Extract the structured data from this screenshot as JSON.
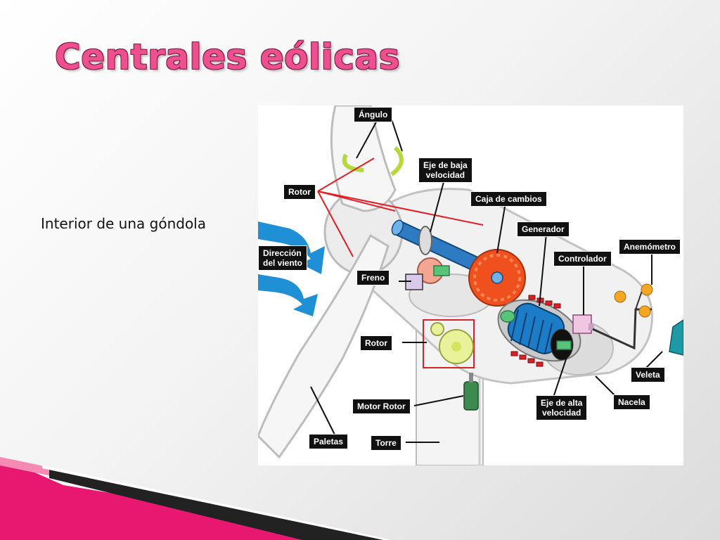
{
  "slide": {
    "title": "Centrales eólicas",
    "subtitle": "Interior de una góndola"
  },
  "diagram": {
    "labels": {
      "angulo": "Ángulo",
      "rotor_top": "Rotor",
      "eje_baja": "Eje de baja\nvelocidad",
      "caja_cambios": "Caja de cambios",
      "generador": "Generador",
      "anemometro": "Anemómetro",
      "controlador": "Controlador",
      "direccion_viento": "Dirección\ndel viento",
      "freno": "Freno",
      "rotor_mid": "Rotor",
      "veleta": "Veleta",
      "motor_rotor": "Motor Rotor",
      "eje_alta": "Eje de alta\nvelocidad",
      "nacela": "Nacela",
      "paletas": "Paletas",
      "torre": "Torre"
    }
  },
  "colors": {
    "title": "#ee4f8f",
    "accent_pink": "#e8176f",
    "wind_arrow": "#1f8fd6",
    "gear_orange": "#f0501e",
    "generator_blue": "#1c7cc7",
    "leader_red": "#e31e24"
  }
}
